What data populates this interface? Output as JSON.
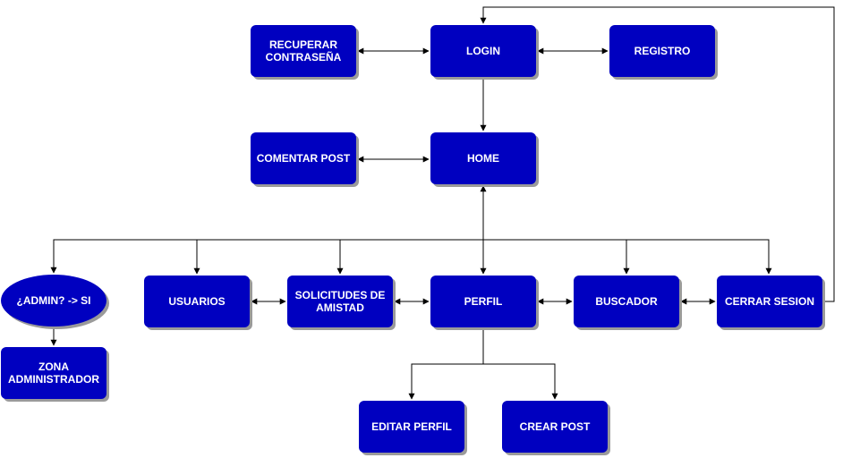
{
  "colors": {
    "node_fill": "#0000c0",
    "node_text": "#ffffff",
    "edge": "#000000",
    "shadow": "#9a9a9a"
  },
  "nodes": {
    "recuperar": {
      "lines": [
        "RECUPERAR",
        "CONTRASEÑA"
      ]
    },
    "login": {
      "lines": [
        "LOGIN"
      ]
    },
    "registro": {
      "lines": [
        "REGISTRO"
      ]
    },
    "comentar": {
      "lines": [
        "COMENTAR POST"
      ]
    },
    "home": {
      "lines": [
        "HOME"
      ]
    },
    "admin": {
      "lines": [
        "¿ADMIN? -> SI"
      ]
    },
    "usuarios": {
      "lines": [
        "USUARIOS"
      ]
    },
    "solicitudes": {
      "lines": [
        "SOLICITUDES DE",
        "AMISTAD"
      ]
    },
    "perfil": {
      "lines": [
        "PERFIL"
      ]
    },
    "buscador": {
      "lines": [
        "BUSCADOR"
      ]
    },
    "cerrar": {
      "lines": [
        "CERRAR SESION"
      ]
    },
    "zona": {
      "lines": [
        "ZONA",
        "ADMINISTRADOR"
      ]
    },
    "editar": {
      "lines": [
        "EDITAR PERFIL"
      ]
    },
    "crear": {
      "lines": [
        "CREAR POST"
      ]
    }
  }
}
